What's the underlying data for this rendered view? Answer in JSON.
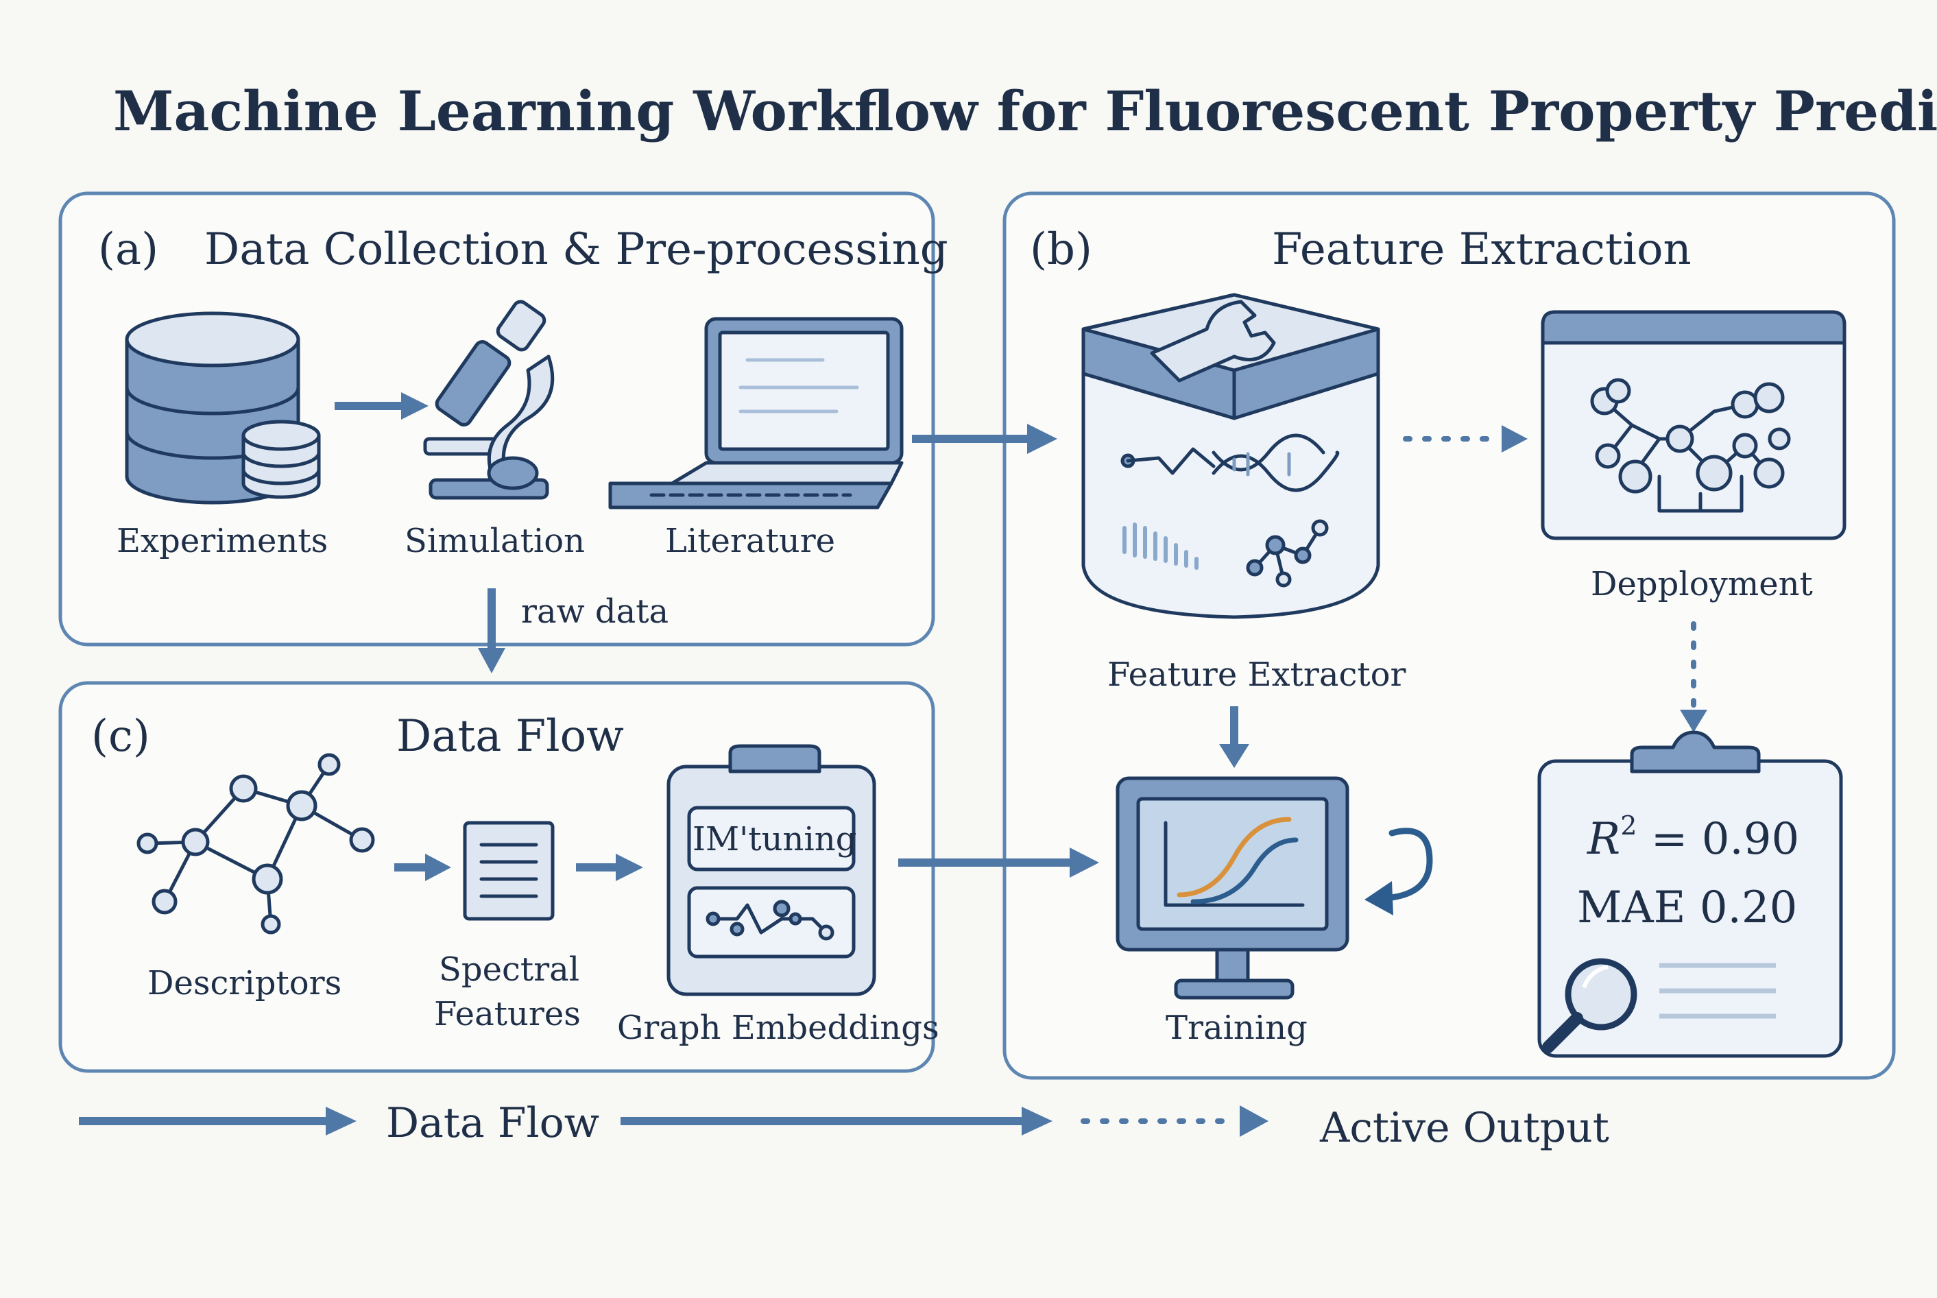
{
  "title": "Machine  Learning Workflow for Fluorescent Property Prediction",
  "panels": {
    "a": {
      "letter": "(a)",
      "title": "Data Collection & Pre-processing"
    },
    "b": {
      "letter": "(b)",
      "title": "Feature Extraction"
    },
    "c": {
      "letter": "(c)",
      "title": "Data Flow"
    }
  },
  "nodes": {
    "experiments": "Experiments",
    "simulation": "Simulation",
    "literature": "Literature",
    "raw_data": "raw data",
    "feature_extractor": "Feature Extractor",
    "deployment": "Depployment",
    "training": "Training",
    "descriptors": "Descriptors",
    "spectral_line1": "Spectral",
    "spectral_line2": "Features",
    "graph_embeddings": "Graph Embeddings",
    "im_tuning": "IM'tuning"
  },
  "metrics": {
    "r2_symbol": "R",
    "r2_sup": "2",
    "r2_value": " = 0.90",
    "mae": "MAE 0.20"
  },
  "legend": {
    "data_flow": "Data Flow",
    "active_output": "Active Output"
  },
  "colors": {
    "panel_border": "#5d86b2",
    "icon_dark": "#1f3a5e",
    "icon_mid": "#7f9dc3",
    "icon_light": "#dde6f1",
    "arrow": "#4f78a6",
    "curve_orange": "#d9913b",
    "curve_blue": "#2d5d8e"
  }
}
